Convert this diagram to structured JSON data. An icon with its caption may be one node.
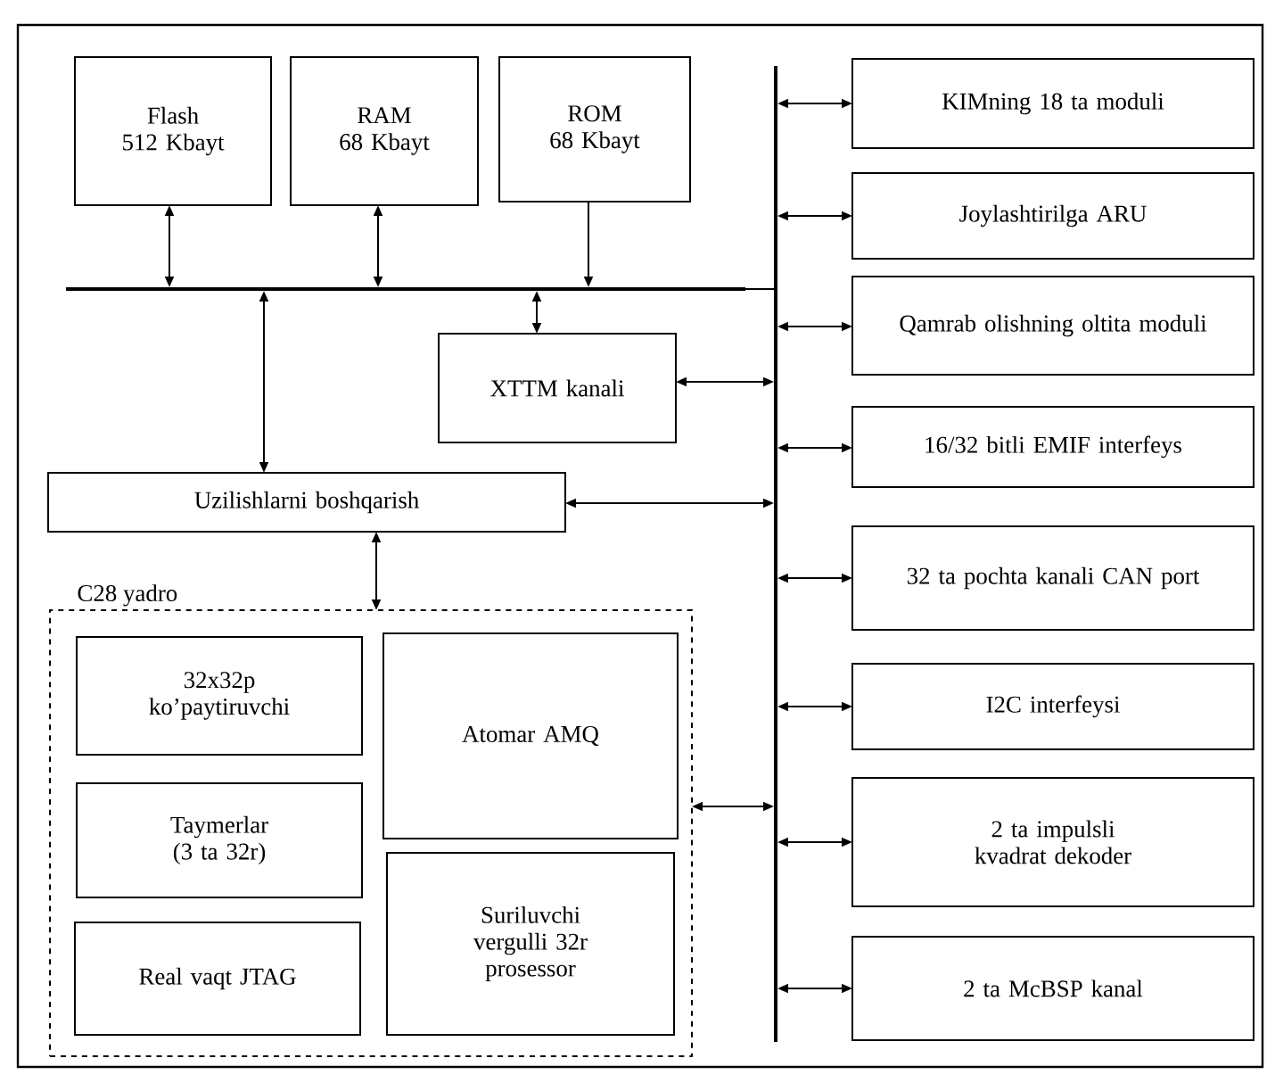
{
  "diagram": {
    "nodes": [
      {
        "text": [
          "Flash",
          "512 Kbayt"
        ]
      },
      {
        "text": [
          "RAM",
          "68 Kbayt"
        ]
      },
      {
        "text": [
          "ROM",
          "68 Kbayt"
        ]
      },
      {
        "text": [],
        "shape": "bar"
      },
      {
        "text": [],
        "shape": "bar"
      },
      {
        "text": [
          "KIMning 18 ta moduli"
        ]
      },
      {
        "text": [
          "Joylashtirilga ARU"
        ]
      },
      {
        "text": [
          "Qamrab olishning oltita moduli"
        ]
      },
      {
        "text": [
          "XTTM kanali"
        ]
      },
      {
        "text": [
          "16/32 bitli EMIF interfeys"
        ]
      },
      {
        "text": [
          "Uzilishlarni boshqarish"
        ]
      },
      {
        "text": [
          "32 ta pochta kanali CAN port"
        ]
      },
      {
        "text": [
          "C28 yadro"
        ]
      },
      {
        "text": [
          "32x32p ko’paytiruvchi"
        ],
        "in": 12
      },
      {
        "text": [
          "Atomar AMQ"
        ],
        "in": 12
      },
      {
        "text": [
          "Taymerlar",
          "(3 ta 32r)"
        ],
        "in": 12
      },
      {
        "text": [
          "Suriluvchi vergulli 32r prosessor"
        ],
        "in": 12
      },
      {
        "text": [
          "Real vaqt JTAG"
        ],
        "in": 12
      },
      {
        "text": [
          "I2C interfeysi"
        ]
      },
      {
        "text": [
          "2 ta impulsli kvadrat dekoder"
        ]
      },
      {
        "text": [
          "2 ta McBSP kanal"
        ]
      }
    ],
    "edges": [
      {
        "from": 0,
        "to": 3,
        "arrow": "both"
      },
      {
        "from": 1,
        "to": 3,
        "arrow": "both"
      },
      {
        "from": 2,
        "to": 3,
        "arrow": "to"
      },
      {
        "from": 3,
        "to": 4,
        "arrow": "none"
      },
      {
        "from": 3,
        "to": 8,
        "arrow": "both"
      },
      {
        "from": 3,
        "to": 10,
        "arrow": "both"
      },
      {
        "from": 4,
        "to": 8,
        "arrow": "both"
      },
      {
        "from": 4,
        "to": 10,
        "arrow": "both"
      },
      {
        "from": 10,
        "to": 12,
        "arrow": "both"
      },
      {
        "from": 4,
        "to": 12,
        "arrow": "both"
      },
      {
        "from": 4,
        "to": 5,
        "arrow": "both"
      },
      {
        "from": 4,
        "to": 6,
        "arrow": "both"
      },
      {
        "from": 4,
        "to": 7,
        "arrow": "both"
      },
      {
        "from": 4,
        "to": 9,
        "arrow": "both"
      },
      {
        "from": 4,
        "to": 11,
        "arrow": "both"
      },
      {
        "from": 4,
        "to": 18,
        "arrow": "both"
      },
      {
        "from": 4,
        "to": 19,
        "arrow": "both"
      },
      {
        "from": 4,
        "to": 20,
        "arrow": "both"
      }
    ]
  }
}
